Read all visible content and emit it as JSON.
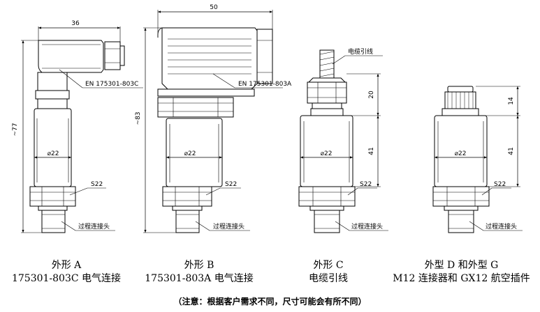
{
  "variants": [
    {
      "caption_line1": "外形 A",
      "caption_line2": "175301-803C 电气连接",
      "connector_label": "EN 175301-803C",
      "dim_top": "36",
      "dim_height": "~77",
      "diameter": "⌀22",
      "hex": "S22",
      "process_label": "过程连接头"
    },
    {
      "caption_line1": "外形 B",
      "caption_line2": "175301-803A 电气连接",
      "connector_label": "EN 175301-803A",
      "dim_top": "50",
      "dim_height": "~83",
      "diameter": "⌀22",
      "hex": "S22",
      "process_label": "过程连接头"
    },
    {
      "caption_line1": "外形 C",
      "caption_line2": "电缆引线",
      "cable_label": "电缆引线",
      "dim_upper": "20",
      "dim_lower": "41",
      "diameter": "⌀22",
      "hex": "S22",
      "process_label": "过程连接头"
    },
    {
      "caption_line1": "外型 D 和外型 G",
      "caption_line2": "M12 连接器和 GX12 航空插件",
      "dim_upper": "14",
      "dim_lower": "41",
      "diameter": "⌀22",
      "hex": "S22",
      "process_label": "过程连接头"
    }
  ],
  "note": "（注意：根据客户需求不同，尺寸可能会有所不同）"
}
